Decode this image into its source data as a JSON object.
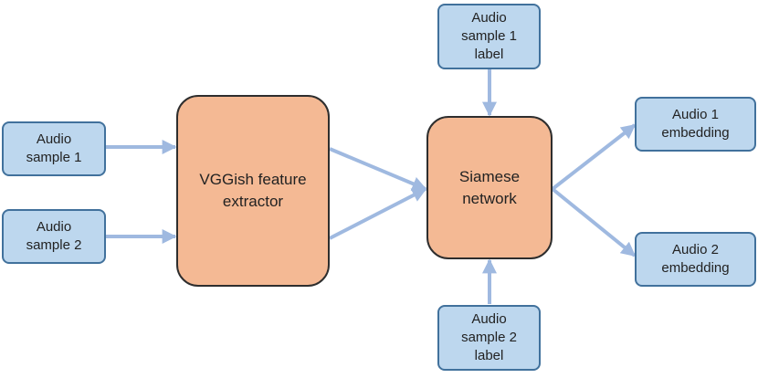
{
  "diagram": {
    "nodes": {
      "audio_sample_1": "Audio\nsample 1",
      "audio_sample_2": "Audio\nsample 2",
      "vggish": "VGGish feature\nextractor",
      "siamese": "Siamese\nnetwork",
      "label_1": "Audio\nsample 1\nlabel",
      "label_2": "Audio\nsample 2\nlabel",
      "embedding_1": "Audio 1\nembedding",
      "embedding_2": "Audio 2\nembedding"
    },
    "colors": {
      "input_fill": "#bdd7ee",
      "input_border": "#41719c",
      "process_fill": "#f4b994",
      "process_border": "#2e2e2e",
      "arrow": "#9fb9e0"
    }
  }
}
